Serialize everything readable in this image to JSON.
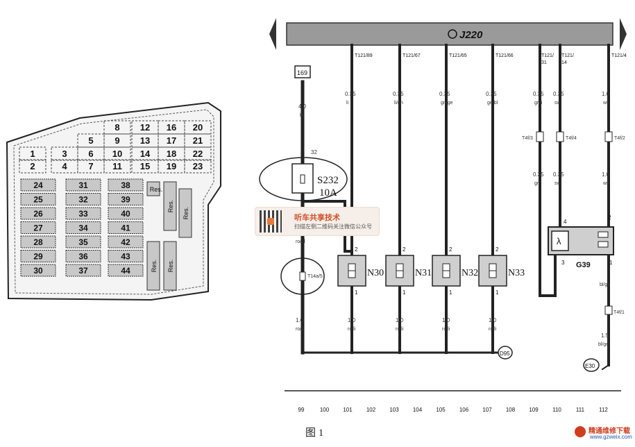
{
  "fuse_box": {
    "top_rows": [
      [
        "",
        "",
        "8",
        "12",
        "16",
        "20"
      ],
      [
        "",
        "",
        "5",
        "9",
        "13",
        "17",
        "21"
      ],
      [
        "1",
        "3",
        "6",
        "10",
        "14",
        "18",
        "22"
      ],
      [
        "2",
        "4",
        "7",
        "11",
        "15",
        "19",
        "23"
      ]
    ],
    "col_left": [
      "24",
      "25",
      "26",
      "27",
      "28",
      "29",
      "30"
    ],
    "col_mid": [
      "31",
      "32",
      "33",
      "34",
      "35",
      "36",
      "37"
    ],
    "col_right": [
      "38",
      "39",
      "40",
      "41",
      "42",
      "43",
      "44"
    ],
    "reserve_labels": [
      "Res.",
      "Res.",
      "Res.",
      "Res.",
      "Res."
    ]
  },
  "ecu_label": "J220",
  "terminals": [
    "T121/89",
    "T121/67",
    "T121/65",
    "T121/66",
    "T121/31",
    "T121/14",
    "T121/4"
  ],
  "wire_gauges_top": [
    "0.35",
    "0.35",
    "0.35",
    "0.35",
    "0.35",
    "0.35",
    "1.0"
  ],
  "wire_colors_top": [
    "li",
    "li/gn",
    "gn/ge",
    "ge/bl",
    "gr/li",
    "sw",
    "ws"
  ],
  "feed_ref": "169",
  "feed_gauge": "4.0",
  "feed_color": "bl",
  "fuse_pin": "32",
  "fuse_name": "S232",
  "fuse_rating": "10A",
  "connector_left": "T14a/5",
  "left_wire_color": "ro/bl",
  "injectors": [
    "N30",
    "N31",
    "N32",
    "N33"
  ],
  "pin_top": "2",
  "pin_bottom": "1",
  "bottom_gauge": "1.0",
  "bottom_color": "ro/li",
  "ground_ref": "D95",
  "connectors_mid": [
    "T4f/3",
    "T4f/4",
    "T4f/2"
  ],
  "sensor": {
    "name": "G39",
    "symbol": "λ",
    "pins": [
      "4",
      "2",
      "3",
      "1"
    ],
    "below_color": "bl/ge",
    "below_gauge": "1.5",
    "connector": "T4f/1",
    "ground": "E30"
  },
  "lower_wire_colors": [
    "gr",
    "sw",
    "ws"
  ],
  "scale": [
    "99",
    "100",
    "101",
    "102",
    "103",
    "104",
    "105",
    "106",
    "107",
    "108",
    "109",
    "110",
    "111",
    "112"
  ],
  "watermark": {
    "title": "听车共享技术",
    "subtitle": "扫描左侧二维码关注微信公众号"
  },
  "caption": "图 1",
  "site_logo": {
    "name": "精通维修下载",
    "url": "www.gzweix.com"
  },
  "colors": {
    "ecu_bar": "#9a9a9a",
    "line": "#222222",
    "fuse_fill": "#c8c8c8",
    "component_fill": "#cfcfcf"
  }
}
